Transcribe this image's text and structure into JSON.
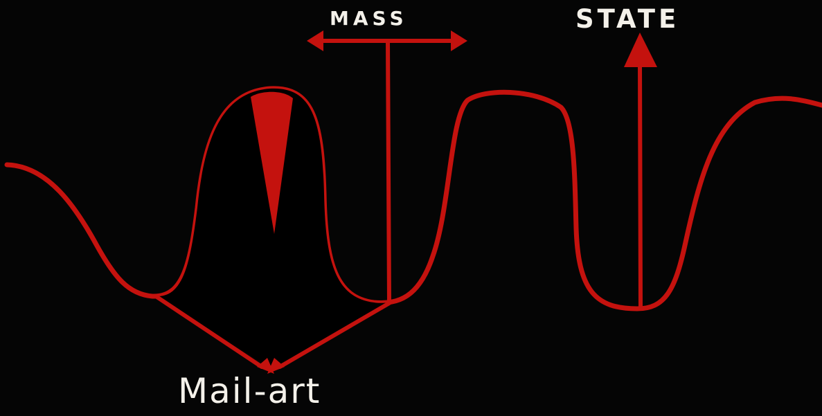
{
  "labels": {
    "mass": "MASS",
    "state": "STATE",
    "mail_art": "Mail-art"
  },
  "colors": {
    "background": "#050505",
    "line": "#c4120e",
    "text": "#f4f1ea"
  }
}
